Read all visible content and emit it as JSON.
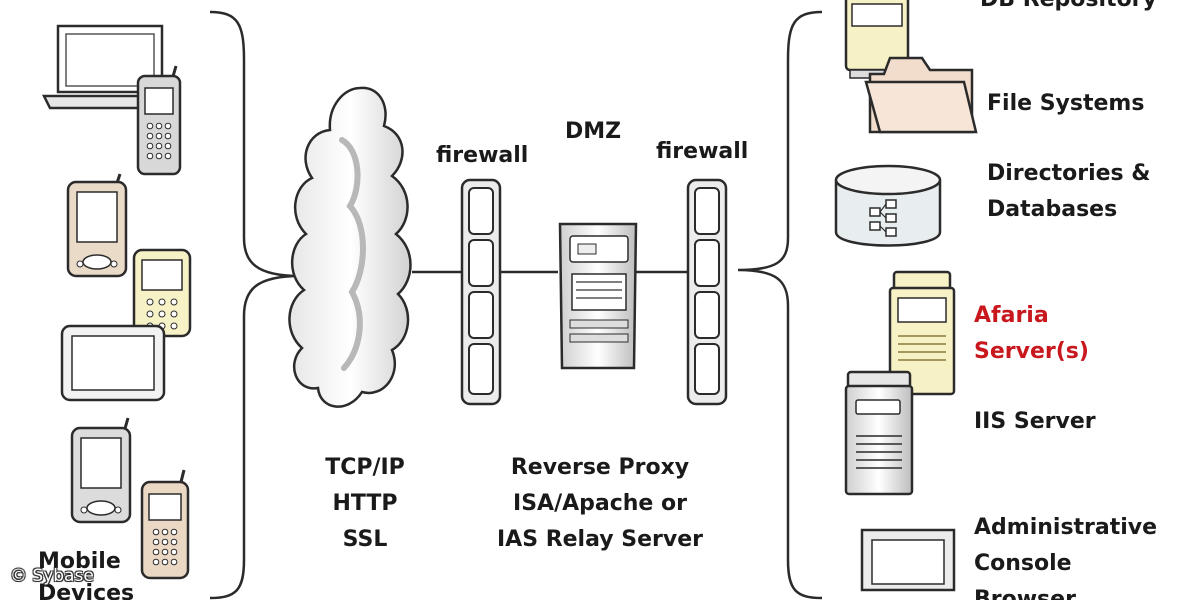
{
  "left": {
    "label_line1": "Mobile",
    "label_line2": "Devices"
  },
  "network": {
    "line1": "TCP/IP",
    "line2": "HTTP",
    "line3": "SSL"
  },
  "firewall_left": {
    "label": "firewall"
  },
  "firewall_right": {
    "label": "firewall"
  },
  "dmz": {
    "label": "DMZ",
    "server_line1": "Reverse Proxy",
    "server_line2": "ISA/Apache or",
    "server_line3": "IAS Relay Server"
  },
  "right": {
    "db_repository": "DB Repository",
    "file_systems": "File Systems",
    "directories_line1": "Directories &",
    "directories_line2": "Databases",
    "afaria_line1": "Afaria",
    "afaria_line2": "Server(s)",
    "iis": "IIS Server",
    "admin_line1": "Administrative",
    "admin_line2": "Console",
    "admin_line3": "Browser"
  },
  "copyright": "© Sybase",
  "colors": {
    "afaria_label": "#c8181e",
    "device_screen": "#f7f1c6",
    "server_body": "#f7f1c6",
    "folder": "#f2dccb",
    "database": "#e8eef0"
  }
}
